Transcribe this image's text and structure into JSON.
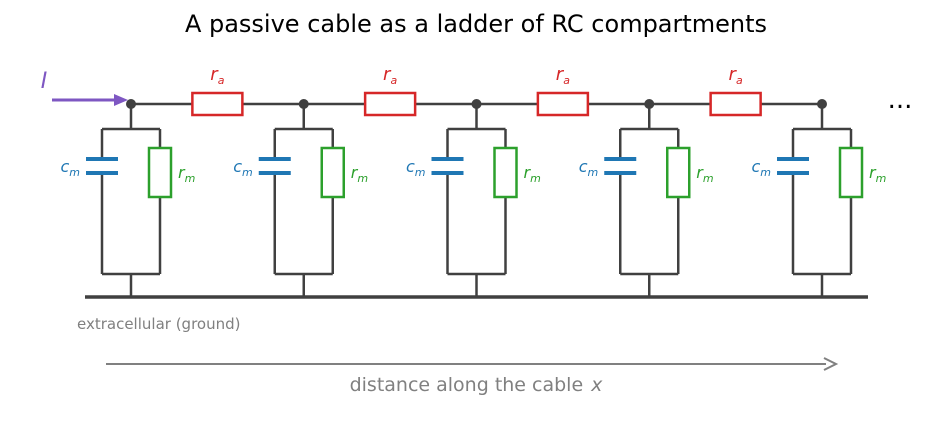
{
  "title": "A passive cable as a ladder of RC compartments",
  "current_label": "I",
  "axial_resistor": {
    "symbol": "r",
    "subscript": "a"
  },
  "membrane_capacitor": {
    "symbol": "c",
    "subscript": "m"
  },
  "membrane_resistor": {
    "symbol": "r",
    "subscript": "m"
  },
  "compartment_count": 5,
  "continuation": "...",
  "ground_label": "extracellular (ground)",
  "axis_label": {
    "text": "distance along the cable",
    "variable": "x"
  },
  "colors": {
    "wire": "#404040",
    "axial_resistor": "#d62728",
    "capacitor": "#1f77b4",
    "membrane_resistor": "#2ca02c",
    "current": "#7e57c2",
    "axis": "#808080"
  }
}
